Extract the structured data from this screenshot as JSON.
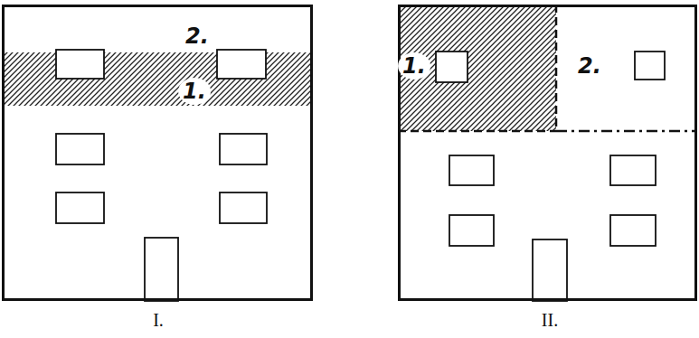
{
  "diagram": {
    "nodes": [
      {
        "text": [
          "I."
        ]
      },
      {
        "text": [
          "1."
        ],
        "in": 0
      },
      {
        "text": [
          "2."
        ],
        "in": 0
      },
      {
        "text": [
          "II."
        ]
      },
      {
        "text": [
          "1."
        ],
        "in": 3
      },
      {
        "text": [
          "2."
        ],
        "in": 3
      }
    ]
  }
}
